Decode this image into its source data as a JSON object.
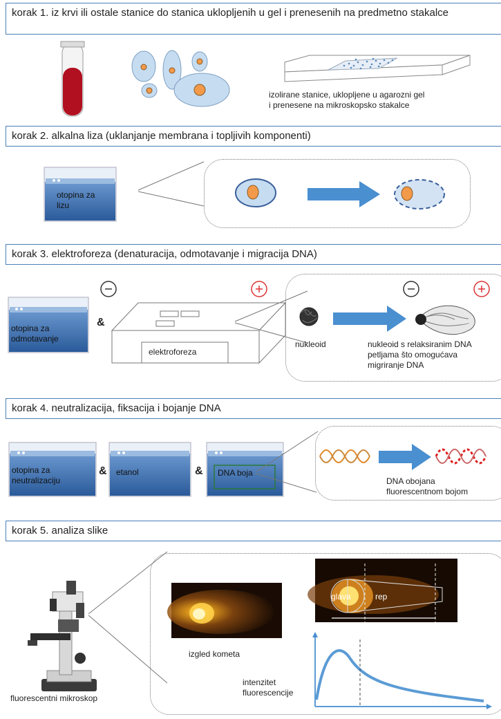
{
  "steps": [
    {
      "title": "korak 1. iz krvi ili ostale stanice do stanica uklopljenih u gel i prenesenih na predmetno stakalce"
    },
    {
      "title": "korak 2. alkalna liza (uklanjanje membrana i topljivih komponenti)"
    },
    {
      "title": "korak 3. elektroforeza (denaturacija, odmotavanje i migracija DNA)"
    },
    {
      "title": "korak 4. neutralizacija, fiksacija i bojanje DNA"
    },
    {
      "title": "korak 5. analiza slike"
    }
  ],
  "step1": {
    "slide_caption_line1": "izolirane stanice, uklopljene u agarozni gel",
    "slide_caption_line2": "i prenesene na mikroskopsko stakalce"
  },
  "step2": {
    "beaker_line1": "otopina za",
    "beaker_line2": "lizu"
  },
  "step3": {
    "beaker_line1": "otopina za",
    "beaker_line2": "odmotavanje",
    "ampersand": "&",
    "box_label": "elektroforeza",
    "minus": "-",
    "plus": "+",
    "nucleoid_label": "nukleoid",
    "relaxed_line1": "nukleoid s relaksiranim DNA",
    "relaxed_line2": "petljama što omogućava",
    "relaxed_line3": "migriranje DNA"
  },
  "step4": {
    "beaker1_line1": "otopina za",
    "beaker1_line2": "neutralizaciju",
    "beaker2_line1": "etanol",
    "beaker3_line1": "DNA boja",
    "ampersand": "&",
    "stained_line1": "DNA obojana",
    "stained_line2": "fluorescentnom bojom"
  },
  "step5": {
    "microscope_label": "fluorescentni mikroskop",
    "comet_label": "izgled kometa",
    "head_label": "glava",
    "tail_label": "rep",
    "graph_line1": "intenzitet",
    "graph_line2": "fluorescencije"
  },
  "colors": {
    "accent_border": "#4a7fb8",
    "arrow": "#4a8fd0",
    "liquid": "#3d6fb0",
    "cell": "#b9d3ec",
    "nucleus": "#f39a4a",
    "plus": "#d33",
    "dna_red": "#d22"
  }
}
